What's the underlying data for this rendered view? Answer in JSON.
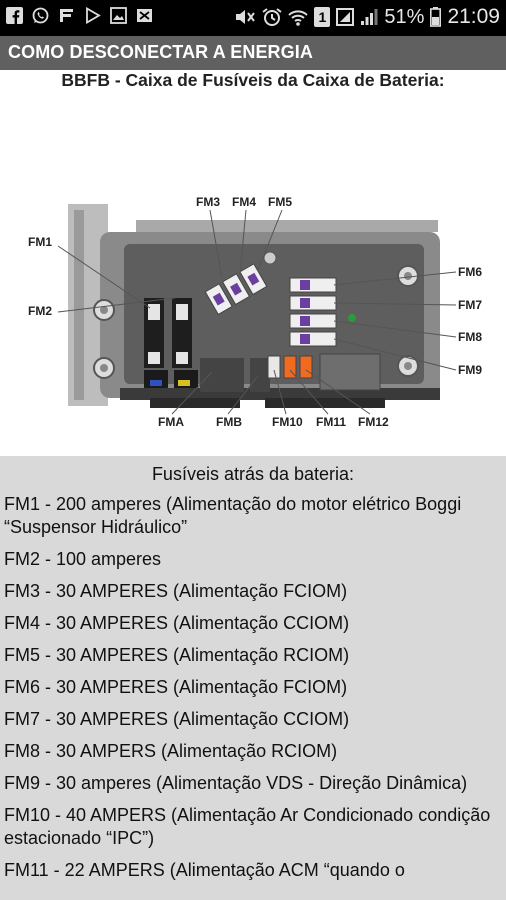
{
  "status_bar": {
    "battery_percent": "51%",
    "time": "21:09",
    "sim_label": "1"
  },
  "app_bar": {
    "title": "COMO DESCONECTAR A ENERGIA"
  },
  "diagram": {
    "title": "BBFB - Caixa de Fusíveis da Caixa de Bateria:",
    "labels": {
      "fm1": "FM1",
      "fm2": "FM2",
      "fm3": "FM3",
      "fm4": "FM4",
      "fm5": "FM5",
      "fm6": "FM6",
      "fm7": "FM7",
      "fm8": "FM8",
      "fm9": "FM9",
      "fm10": "FM10",
      "fm11": "FM11",
      "fm12": "FM12",
      "fma": "FMA",
      "fmb": "FMB"
    }
  },
  "content": {
    "heading": "Fusíveis atrás da bateria:",
    "items": [
      "FM1 - 200 amperes (Alimentação do motor elétrico Boggi “Suspensor Hidráulico”",
      "FM2 - 100 amperes",
      "FM3 - 30 AMPERES (Alimentação FCIOM)",
      "FM4 - 30 AMPERES (Alimentação CCIOM)",
      "FM5 - 30 AMPERES (Alimentação RCIOM)",
      "FM6 - 30 AMPERES (Alimentação FCIOM)",
      "FM7 - 30 AMPERES (Alimentação CCIOM)",
      "FM8 - 30 AMPERS (Alimentação RCIOM)",
      "FM9 - 30 amperes (Alimentação VDS - Direção Dinâmica)",
      "FM10 - 40 AMPERS (Alimentação Ar Condicionado condição estacionado “IPC”)",
      "FM11 - 22 AMPERS (Alimentação ACM “quando o"
    ]
  }
}
